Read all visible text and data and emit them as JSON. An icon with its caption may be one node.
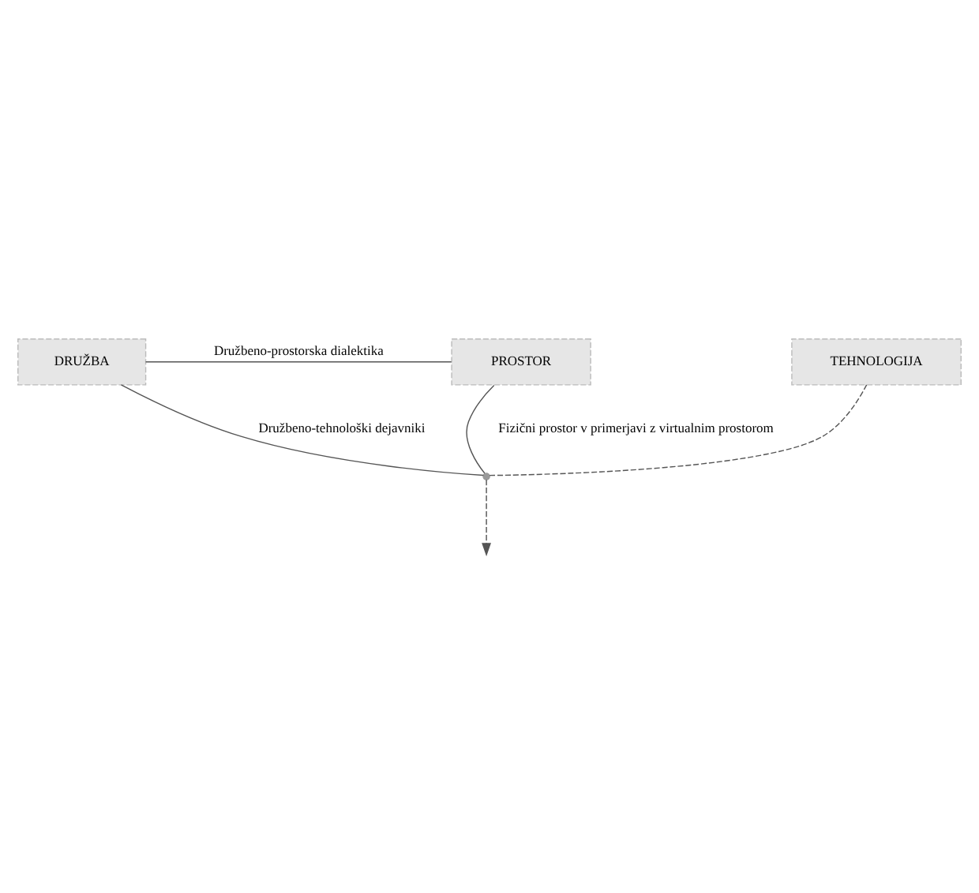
{
  "diagram": {
    "nodes": [
      {
        "text": [
          "DRUŽBA"
        ]
      },
      {
        "text": [
          "PROSTOR"
        ]
      },
      {
        "text": [],
        "shape": "point"
      },
      {
        "text": [
          "TEHNOLOGIJA"
        ]
      }
    ],
    "edges": [
      {
        "from": 0,
        "to": 1,
        "arrow": "none",
        "label": "Družbeno-prostorska dialektika"
      },
      {
        "from": 0,
        "to": 2,
        "arrow": "none",
        "label": "Družbeno-tehnološki dejavniki"
      },
      {
        "from": 1,
        "to": 2,
        "arrow": "none",
        "label": "Fizični prostor v primerjavi z virtualnim prostorom"
      },
      {
        "from": 3,
        "to": 2,
        "arrow": "none",
        "style": "dashed"
      },
      {
        "from": 2,
        "to": null,
        "arrow": "to",
        "style": "dashed"
      }
    ]
  }
}
